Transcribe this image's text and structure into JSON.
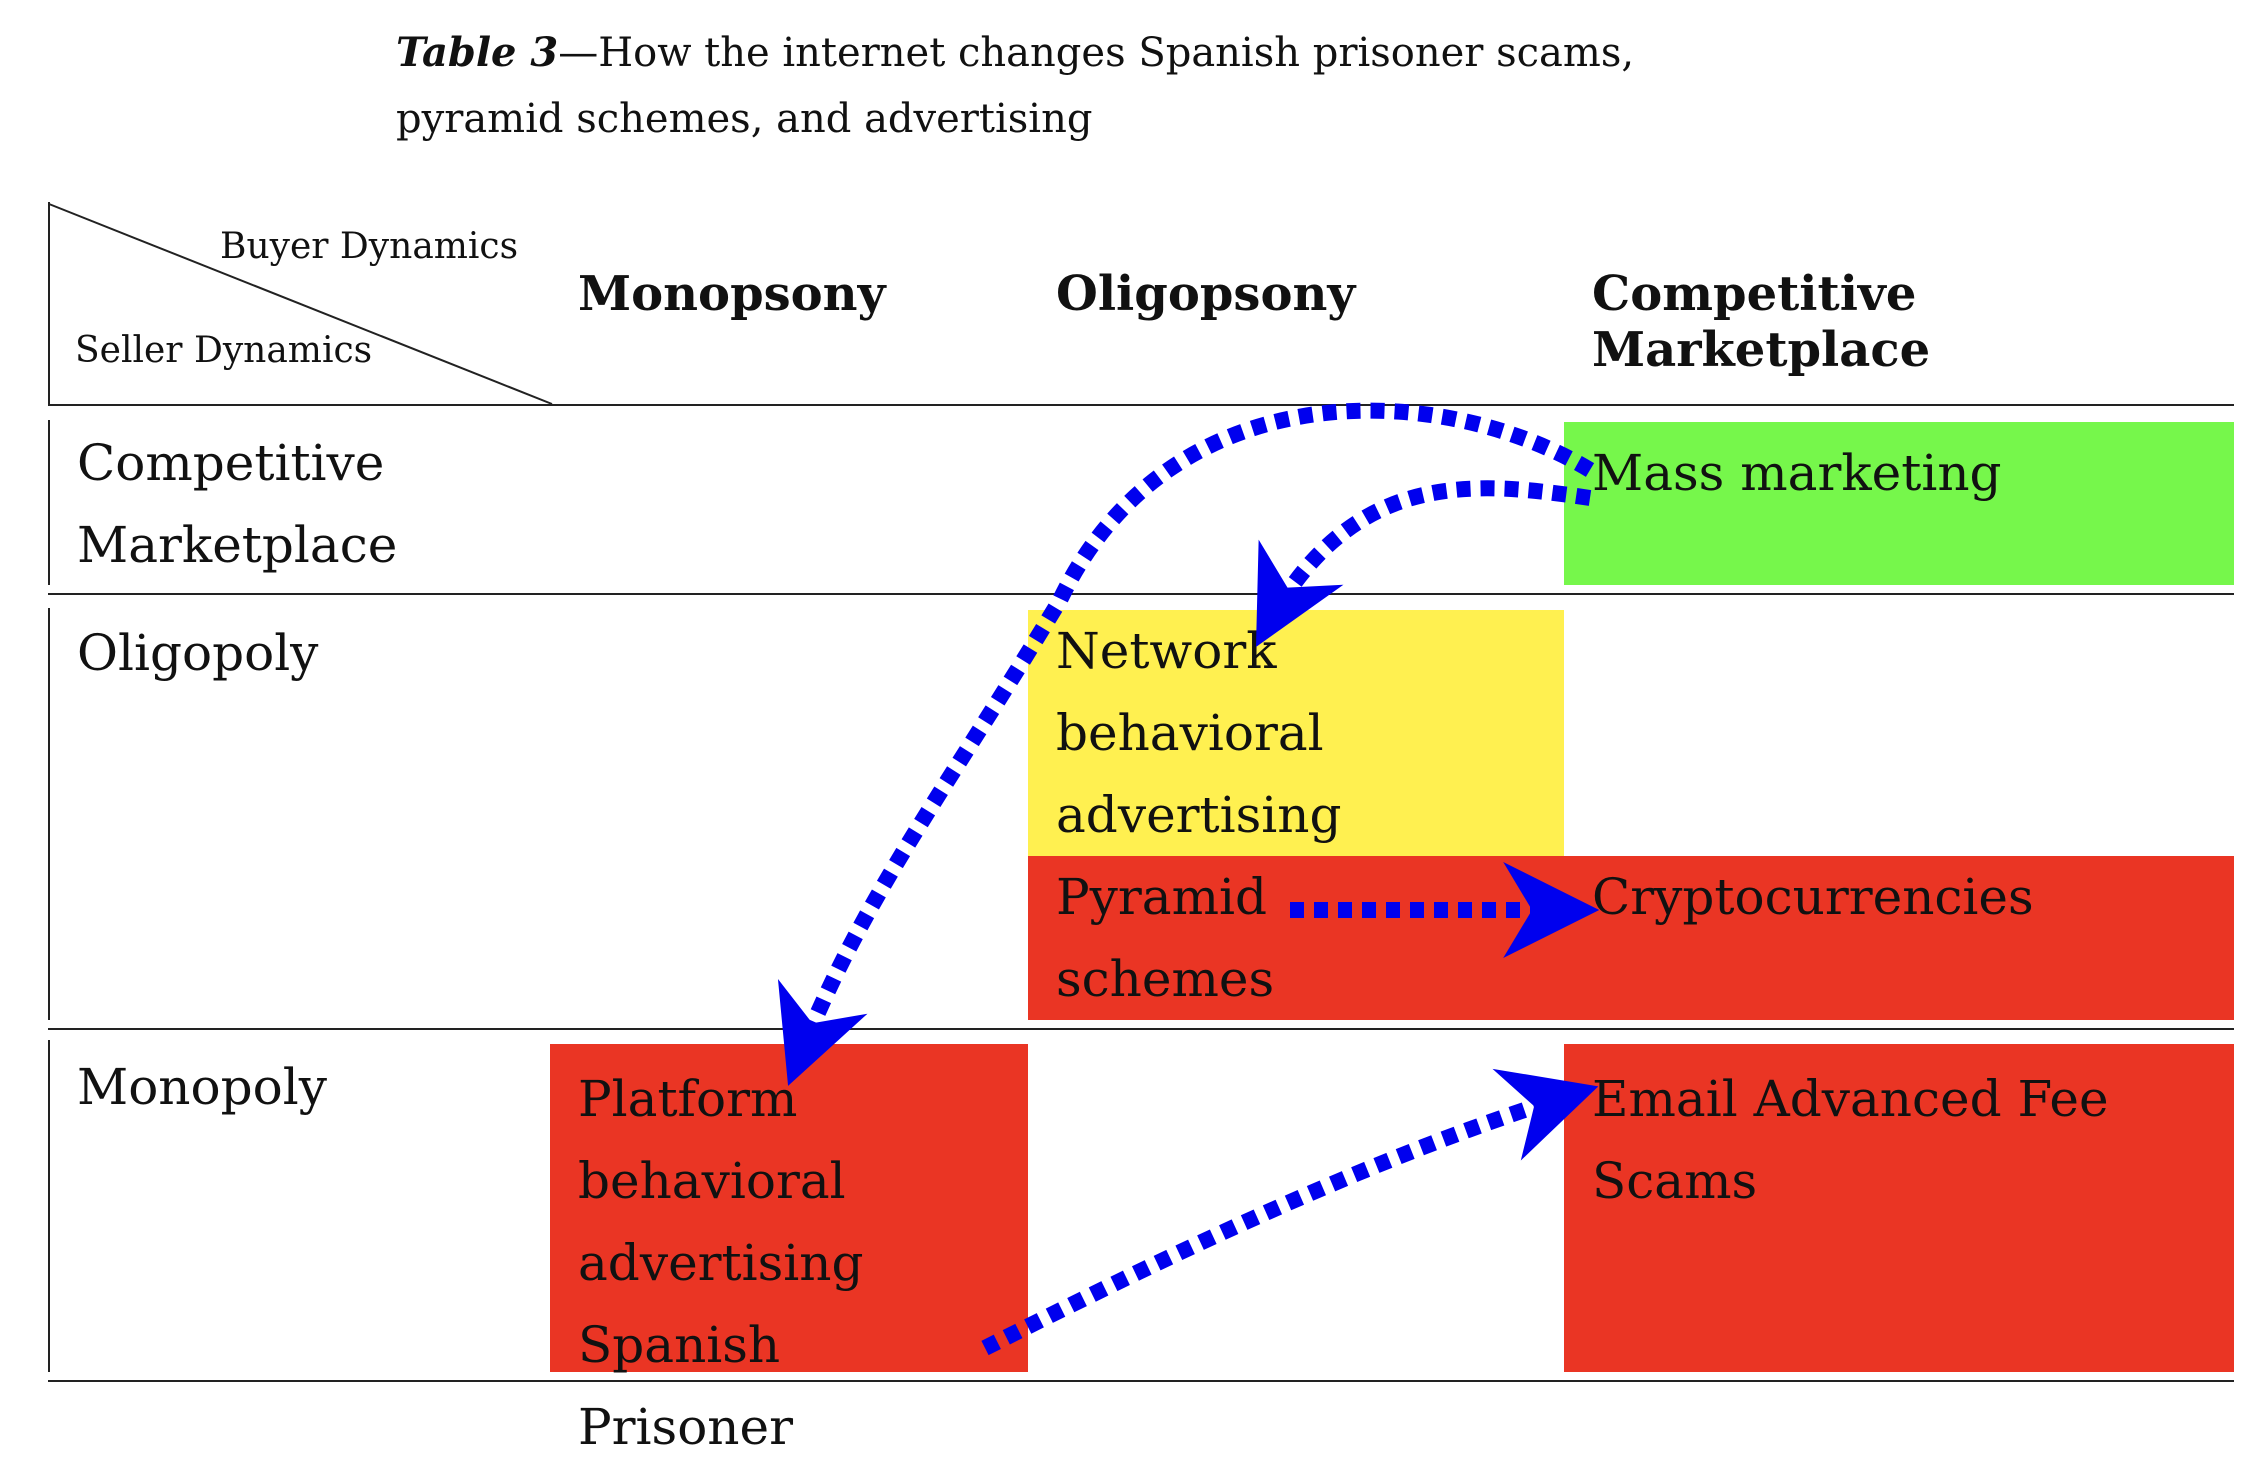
{
  "caption": {
    "label": "Table 3",
    "separator": "—",
    "text": "How the internet changes Spanish prisoner scams, pyramid schemes, and advertising"
  },
  "corner": {
    "top": "Buyer Dynamics",
    "bottom": "Seller Dynamics"
  },
  "columns": [
    "Monopsony",
    "Oligopsony",
    "Competitive Marketplace"
  ],
  "rows": [
    {
      "label_line1": "Competitive",
      "label_line2": "Marketplace"
    },
    {
      "label_line1": "Oligopoly"
    },
    {
      "label_line1": "Monopoly"
    }
  ],
  "cells": {
    "mass_marketing": {
      "text": "Mass marketing",
      "color": "#76f74b"
    },
    "network_behavioral": {
      "lines": [
        "Network",
        "behavioral",
        "advertising"
      ],
      "color": "#fff050"
    },
    "pyramid": {
      "lines": [
        "Pyramid",
        "schemes"
      ],
      "color": "#ea3524"
    },
    "cryptocurrencies": {
      "text": "Cryptocurrencies",
      "color": "#ea3524"
    },
    "platform": {
      "lines": [
        "Platform",
        "behavioral",
        "advertising",
        "Spanish Prisoner"
      ],
      "color": "#ea3524"
    },
    "email_scams": {
      "lines": [
        "Email Advanced Fee",
        "Scams"
      ],
      "color": "#ea3524"
    }
  },
  "arrow_color": "#0000ee"
}
